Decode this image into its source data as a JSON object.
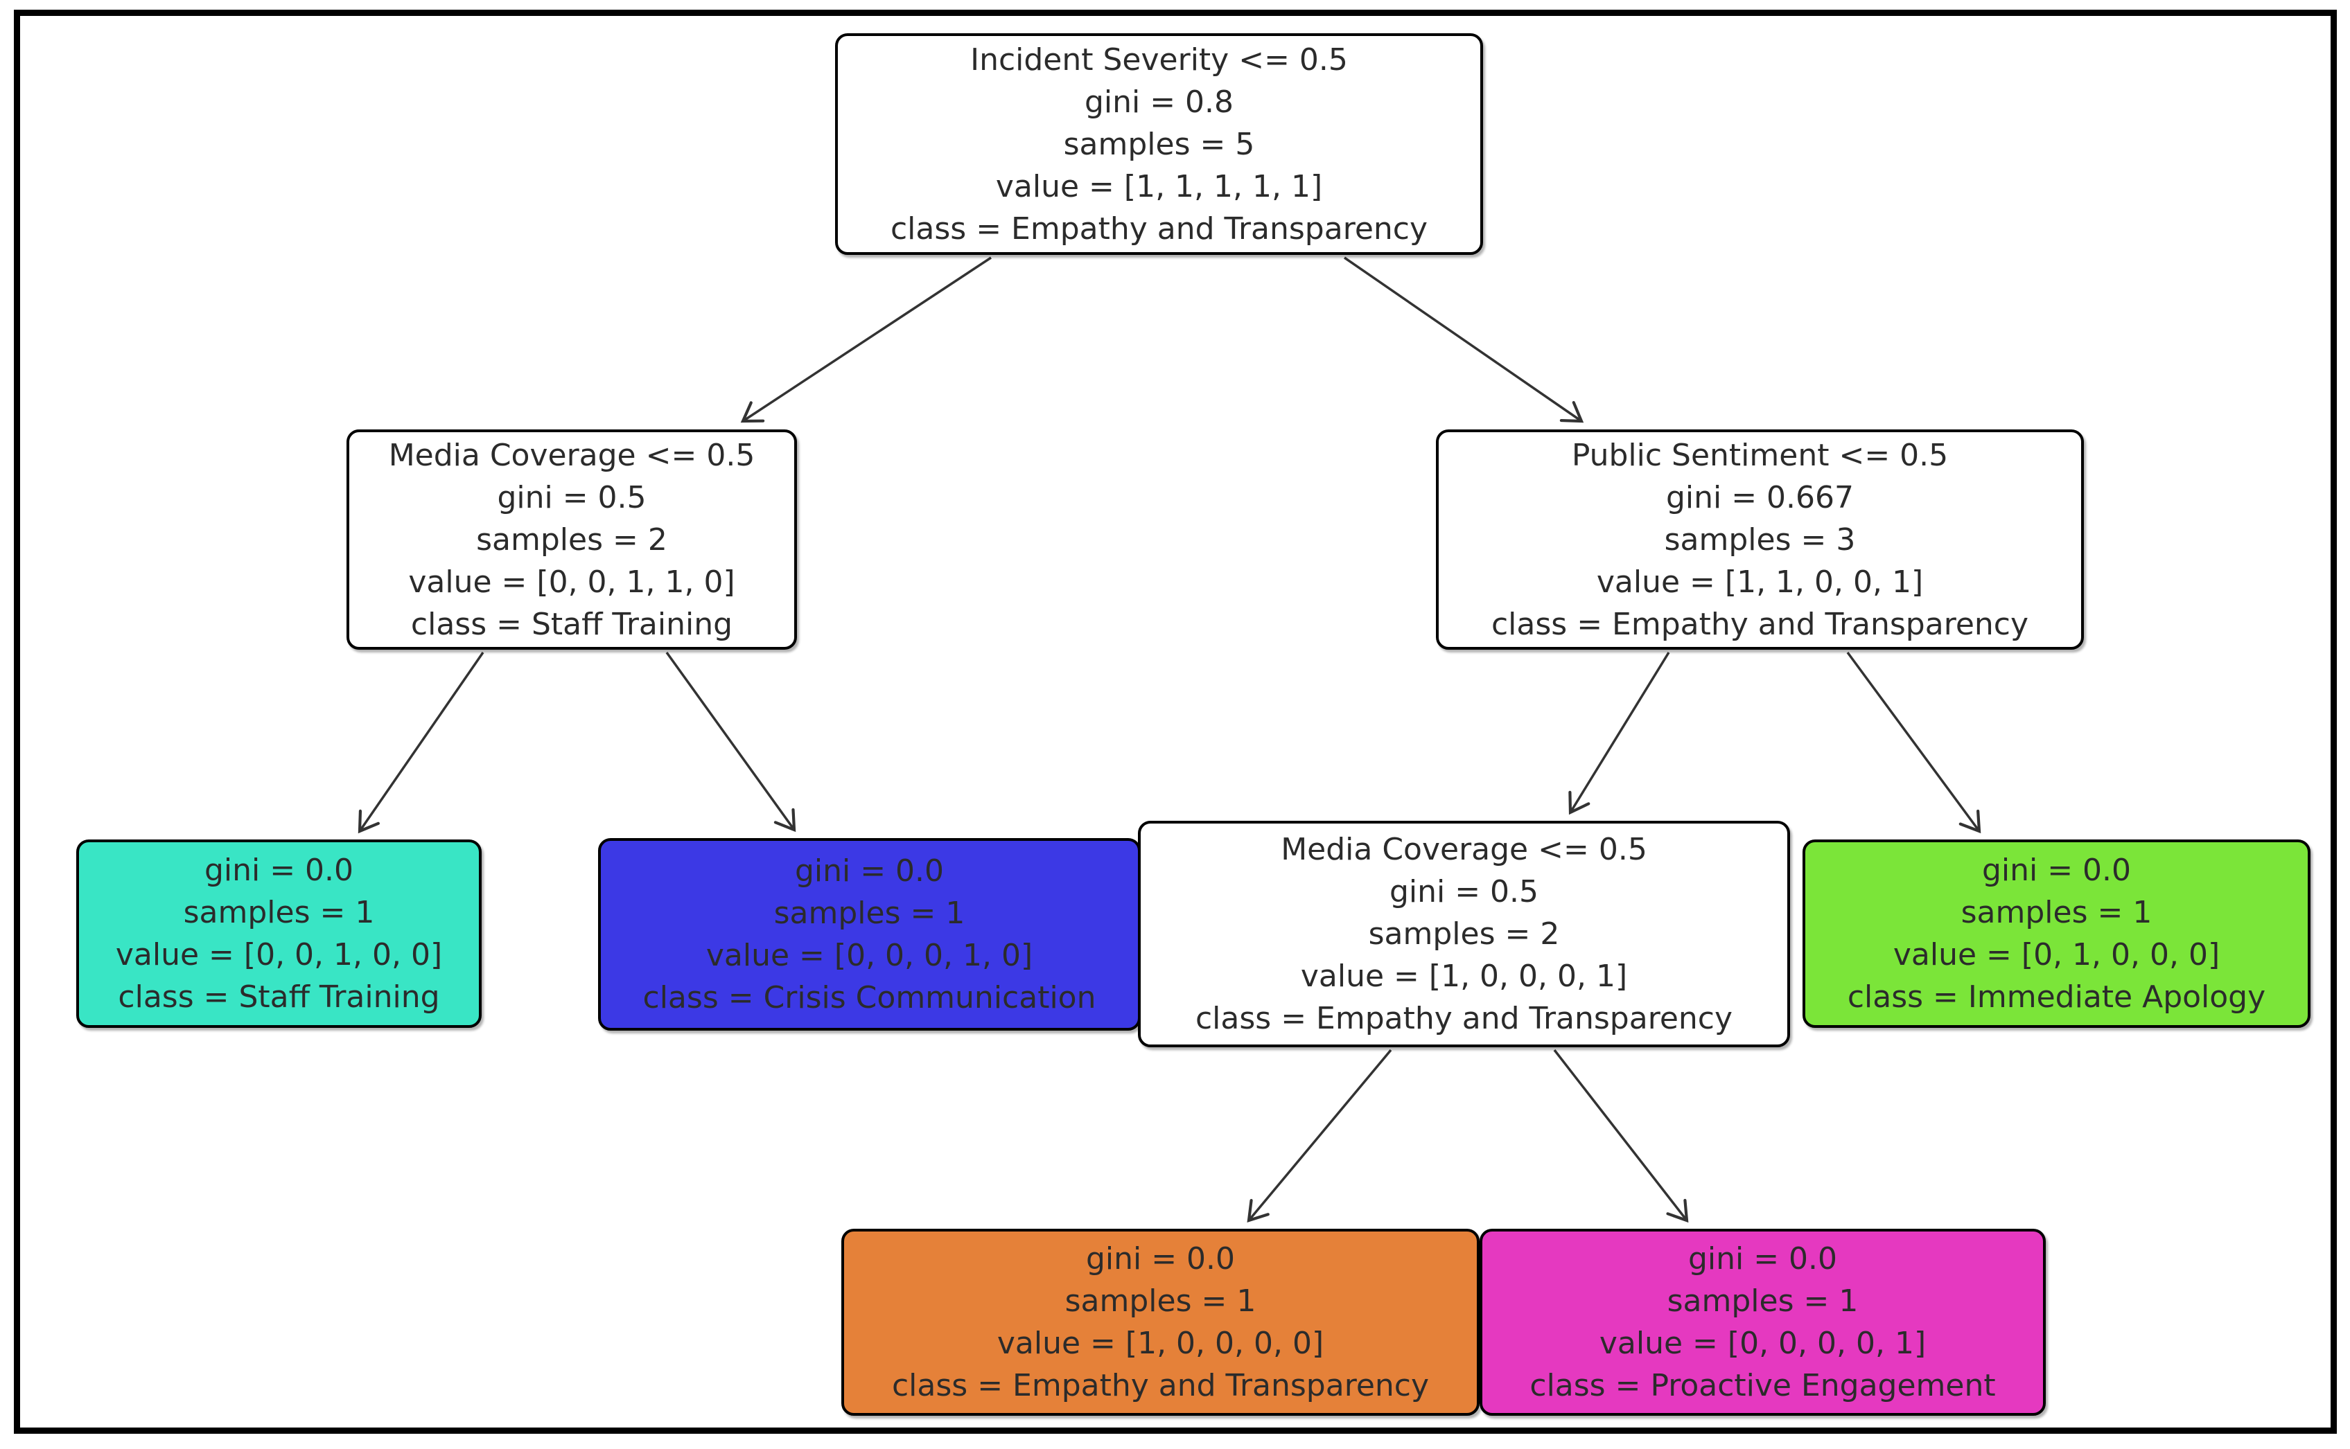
{
  "diagram": {
    "type": "decision-tree",
    "background": "#ffffff",
    "frame_color": "#000000",
    "edge_color": "#333333",
    "text_color": "#2b2b2b",
    "class_palette": {
      "Empathy and Transparency": "#e58139",
      "Immediate Apology": "#7be539",
      "Staff Training": "#39e5c5",
      "Crisis Communication": "#3c39e5",
      "Proactive Engagement": "#e539c0",
      "internal_node": "#ffffff"
    },
    "nodes": [
      {
        "id": "root",
        "fill": "#ffffff",
        "lines": [
          "Incident Severity <= 0.5",
          "gini = 0.8",
          "samples = 5",
          "value = [1, 1, 1, 1, 1]",
          "class = Empathy and Transparency"
        ]
      },
      {
        "id": "media-coverage-left",
        "fill": "#ffffff",
        "lines": [
          "Media Coverage <= 0.5",
          "gini = 0.5",
          "samples = 2",
          "value = [0, 0, 1, 1, 0]",
          "class = Staff Training"
        ]
      },
      {
        "id": "public-sentiment",
        "fill": "#ffffff",
        "lines": [
          "Public Sentiment <= 0.5",
          "gini = 0.667",
          "samples = 3",
          "value = [1, 1, 0, 0, 1]",
          "class = Empathy and Transparency"
        ]
      },
      {
        "id": "leaf-staff-training",
        "fill": "#39e5c5",
        "lines": [
          "gini = 0.0",
          "samples = 1",
          "value = [0, 0, 1, 0, 0]",
          "class = Staff Training"
        ]
      },
      {
        "id": "leaf-crisis-communication",
        "fill": "#3c39e5",
        "lines": [
          "gini = 0.0",
          "samples = 1",
          "value = [0, 0, 0, 1, 0]",
          "class = Crisis Communication"
        ]
      },
      {
        "id": "media-coverage-right",
        "fill": "#ffffff",
        "lines": [
          "Media Coverage <= 0.5",
          "gini = 0.5",
          "samples = 2",
          "value = [1, 0, 0, 0, 1]",
          "class = Empathy and Transparency"
        ]
      },
      {
        "id": "leaf-immediate-apology",
        "fill": "#7be539",
        "lines": [
          "gini = 0.0",
          "samples = 1",
          "value = [0, 1, 0, 0, 0]",
          "class = Immediate Apology"
        ]
      },
      {
        "id": "leaf-empathy-transparency",
        "fill": "#e58139",
        "lines": [
          "gini = 0.0",
          "samples = 1",
          "value = [1, 0, 0, 0, 0]",
          "class = Empathy and Transparency"
        ]
      },
      {
        "id": "leaf-proactive-engagement",
        "fill": "#e539c0",
        "lines": [
          "gini = 0.0",
          "samples = 1",
          "value = [0, 0, 0, 0, 1]",
          "class = Proactive Engagement"
        ]
      }
    ],
    "edges": [
      {
        "from": "root",
        "to": "media-coverage-left"
      },
      {
        "from": "root",
        "to": "public-sentiment"
      },
      {
        "from": "media-coverage-left",
        "to": "leaf-staff-training"
      },
      {
        "from": "media-coverage-left",
        "to": "leaf-crisis-communication"
      },
      {
        "from": "public-sentiment",
        "to": "media-coverage-right"
      },
      {
        "from": "public-sentiment",
        "to": "leaf-immediate-apology"
      },
      {
        "from": "media-coverage-right",
        "to": "leaf-empathy-transparency"
      },
      {
        "from": "media-coverage-right",
        "to": "leaf-proactive-engagement"
      }
    ]
  }
}
